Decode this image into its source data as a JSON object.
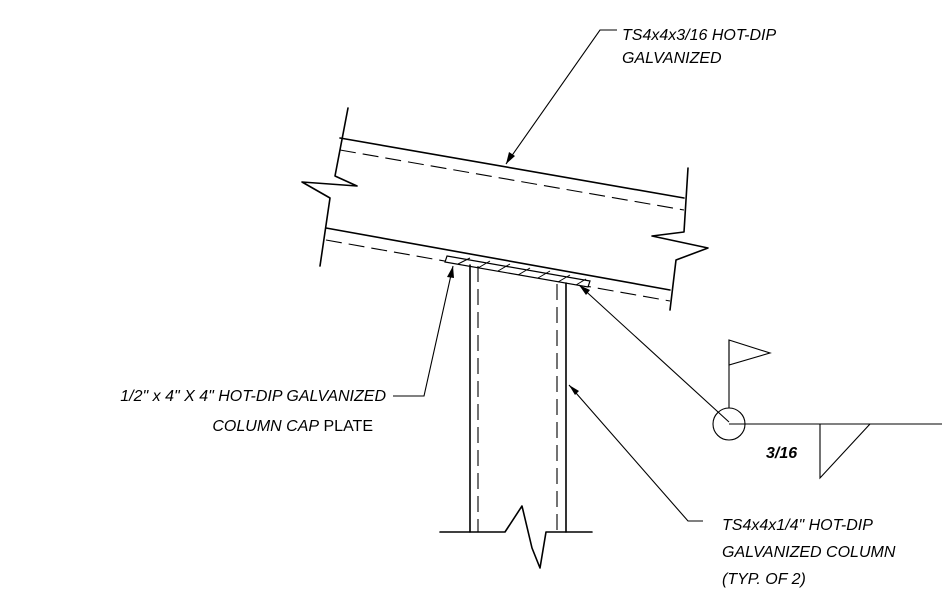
{
  "labels": {
    "beam_line1": "TS4x4x3/16 HOT-DIP",
    "beam_line2": "GALVANIZED",
    "plate_line1": "1/2\" x 4\" X 4\" HOT-DIP GALVANIZED",
    "plate_line2_italic": "COLUMN CAP",
    "plate_line2_plain": " PLATE",
    "column_line1": "TS4x4x1/4\" HOT-DIP",
    "column_line2": "GALVANIZED COLUMN",
    "column_line3": "(TYP. OF 2)",
    "weld_size": "3/16"
  }
}
